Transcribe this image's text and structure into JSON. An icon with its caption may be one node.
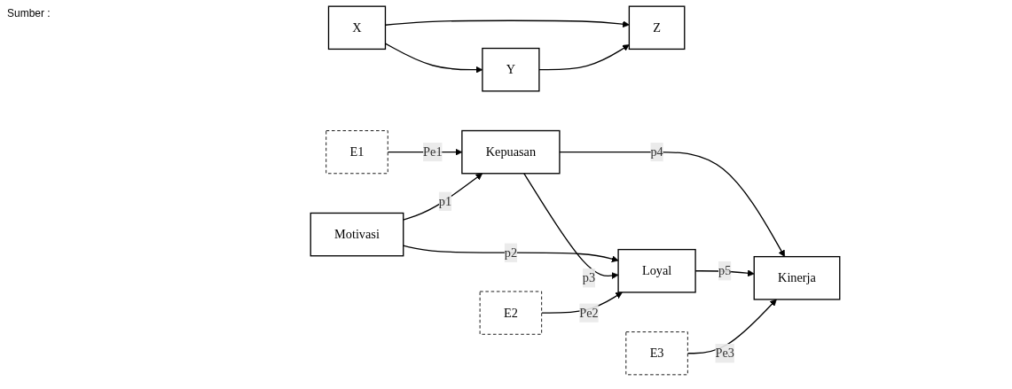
{
  "diagram": {
    "nodes": [
      {
        "text": [
          "X"
        ]
      },
      {
        "text": [
          "Z"
        ]
      },
      {
        "text": [
          "Y"
        ]
      },
      {
        "text": [
          "E1"
        ]
      },
      {
        "text": [
          "E3"
        ]
      },
      {
        "text": [
          "Kepuasan"
        ]
      },
      {
        "text": [
          "Motivasi"
        ]
      },
      {
        "text": [
          "Kinerja"
        ]
      },
      {
        "text": [
          "Loyal"
        ]
      },
      {
        "text": [
          "E2"
        ]
      }
    ],
    "edges": [
      {
        "from": 0,
        "to": 2,
        "arrow": "to"
      },
      {
        "from": 0,
        "to": 1,
        "arrow": "to"
      },
      {
        "from": 2,
        "to": 1,
        "arrow": "to"
      },
      {
        "from": 3,
        "to": 5,
        "arrow": "to",
        "label": "Pe1"
      },
      {
        "from": 6,
        "to": 5,
        "arrow": "to",
        "label": "p1"
      },
      {
        "from": 6,
        "to": 8,
        "arrow": "to",
        "label": "p2"
      },
      {
        "from": 5,
        "to": 8,
        "arrow": "to",
        "label": "p3"
      },
      {
        "from": 5,
        "to": 7,
        "arrow": "to",
        "label": "p4"
      },
      {
        "from": 8,
        "to": 7,
        "arrow": "to",
        "label": "p5"
      },
      {
        "from": 4,
        "to": 7,
        "arrow": "to",
        "label": "Pe3"
      },
      {
        "from": 9,
        "to": 8,
        "arrow": "to",
        "label": "Pe2"
      }
    ],
    "labels": [
      "Sumber :"
    ]
  }
}
